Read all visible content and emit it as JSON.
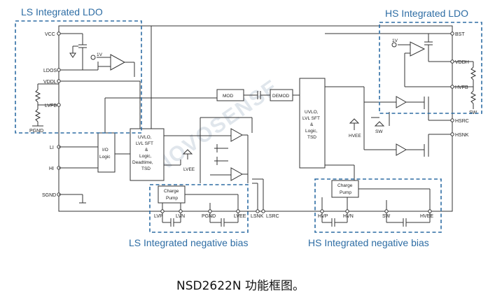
{
  "regions": {
    "ls_ldo": "LS Integrated LDO",
    "hs_ldo": "HS Integrated LDO",
    "ls_neg": "LS Integrated negative bias",
    "hs_neg": "HS Integrated negative bias"
  },
  "pins": {
    "vcc": "VCC",
    "ldos": "LDOS",
    "vddl": "VDDL",
    "lvfb": "LVFB",
    "pgnd_left": "PGND",
    "li": "LI",
    "hi": "HI",
    "sgnd": "SGND",
    "bst": "BST",
    "vddh": "VDDH",
    "hvfb": "HVFB",
    "sw_right": "SW",
    "hsrc": "HSRC",
    "hsnk": "HSNK",
    "lsnk": "LSNK",
    "lsrc": "LSRC",
    "lvp": "LVP",
    "lvn": "LVN",
    "pgnd_mid": "PGND",
    "lvee": "LVEE",
    "hvp": "HVP",
    "hvn": "HVN",
    "sw_bottom": "SW",
    "hvee": "HVEE"
  },
  "blocks": {
    "mod": "MOD",
    "demod": "DEMOD",
    "io_logic": [
      "I/O",
      "Logic"
    ],
    "uvlo_left": [
      "UVLO,",
      "LVL SFT",
      "&",
      "Logic,",
      "Deadtime,",
      "TSD"
    ],
    "uvlo_right": [
      "UVLO,",
      "LVL SFT",
      "&",
      "Logic,",
      "TSD"
    ],
    "charge_pump_left": [
      "Charge",
      "Pump"
    ],
    "charge_pump_right": [
      "Charge",
      "Pump"
    ]
  },
  "inner_labels": {
    "ref_left": "1V",
    "ref_right": "1V",
    "lvee_inner": "LVEE",
    "hvee_inner": "HVEE",
    "sw_inner": "SW"
  },
  "watermark": "NOVOSENSE",
  "caption": "NSD2622N 功能框图。",
  "colors": {
    "accent": "#2e6da4",
    "line": "#333333"
  }
}
